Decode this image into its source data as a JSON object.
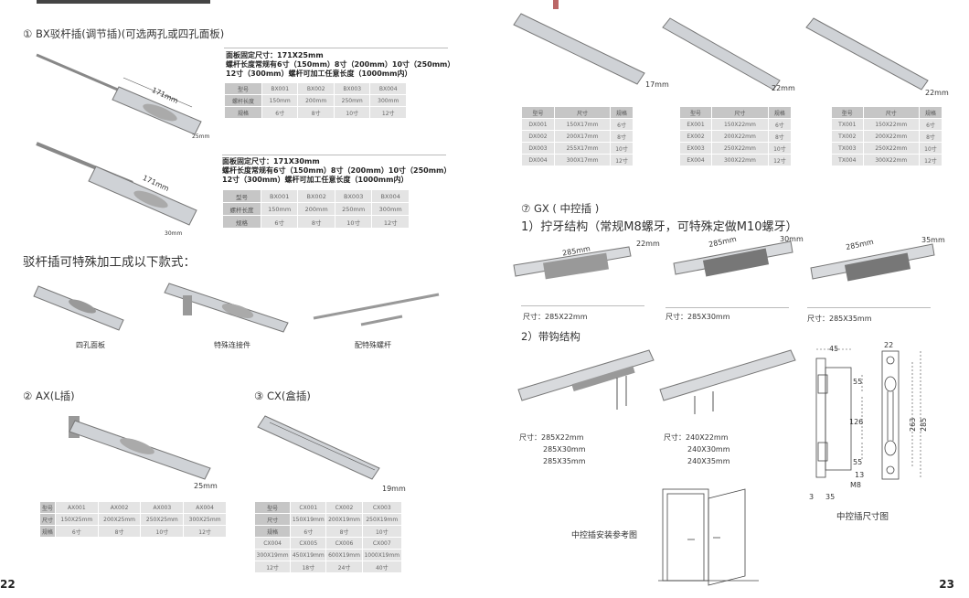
{
  "left_page": {
    "page_number": "22",
    "bx": {
      "title": "① BX驳杆插(调节插)(可选两孔或四孔面板)",
      "dims_a": {
        "length": "171mm",
        "width": "25mm"
      },
      "dims_b": {
        "length": "171mm",
        "width": "30mm"
      },
      "spec_a": [
        "面板固定尺寸：171X25mm",
        "螺杆长度常规有6寸（150mm）8寸（200mm）10寸（250mm）",
        "12寸（300mm）螺杆可加工任意长度（1000mm内）"
      ],
      "spec_b": [
        "面板固定尺寸：171X30mm",
        "螺杆长度常规有6寸（150mm）8寸（200mm）10寸（250mm）",
        "12寸（300mm）螺杆可加工任意长度（1000mm内）"
      ],
      "table_a": [
        [
          "型号",
          "BX001",
          "BX002",
          "BX003",
          "BX004"
        ],
        [
          "螺杆长度",
          "150mm",
          "200mm",
          "250mm",
          "300mm"
        ],
        [
          "规格",
          "6寸",
          "8寸",
          "10寸",
          "12寸"
        ]
      ],
      "table_b": [
        [
          "型号",
          "BX001",
          "BX002",
          "BX003",
          "BX004"
        ],
        [
          "螺杆长度",
          "150mm",
          "200mm",
          "250mm",
          "300mm"
        ],
        [
          "规格",
          "6寸",
          "8寸",
          "10寸",
          "12寸"
        ]
      ]
    },
    "special": {
      "title": "驳杆插可特殊加工成以下款式：",
      "captions": [
        "四孔面板",
        "特殊连接件",
        "配特殊螺杆"
      ]
    },
    "ax": {
      "title": "② AX(L插)",
      "dim": "25mm",
      "table": [
        [
          "型号",
          "AX001",
          "AX002",
          "AX003",
          "AX004"
        ],
        [
          "尺寸",
          "150X25mm",
          "200X25mm",
          "250X25mm",
          "300X25mm"
        ],
        [
          "规格",
          "6寸",
          "8寸",
          "10寸",
          "12寸"
        ]
      ]
    },
    "cx": {
      "title": "③ CX(盒插)",
      "dim": "19mm",
      "table": [
        [
          "型号",
          "CX001",
          "CX002",
          "CX003"
        ],
        [
          "尺寸",
          "150X19mm",
          "200X19mm",
          "250X19mm"
        ],
        [
          "规格",
          "6寸",
          "8寸",
          "10寸"
        ],
        [
          "CX004",
          "CX005",
          "CX006",
          "CX007"
        ],
        [
          "300X19mm",
          "450X19mm",
          "600X19mm",
          "1000X19mm"
        ],
        [
          "12寸",
          "18寸",
          "24寸",
          "40寸"
        ]
      ]
    }
  },
  "right_page": {
    "page_number": "23",
    "top_dims": [
      "17mm",
      "22mm",
      "22mm"
    ],
    "dx_table": [
      [
        "型号",
        "尺寸",
        "规格"
      ],
      [
        "DX001",
        "150X17mm",
        "6寸"
      ],
      [
        "DX002",
        "200X17mm",
        "8寸"
      ],
      [
        "DX003",
        "255X17mm",
        "10寸"
      ],
      [
        "DX004",
        "300X17mm",
        "12寸"
      ]
    ],
    "ex_table": [
      [
        "型号",
        "尺寸",
        "规格"
      ],
      [
        "EX001",
        "150X22mm",
        "6寸"
      ],
      [
        "EX002",
        "200X22mm",
        "8寸"
      ],
      [
        "EX003",
        "250X22mm",
        "10寸"
      ],
      [
        "EX004",
        "300X22mm",
        "12寸"
      ]
    ],
    "tx_table": [
      [
        "型号",
        "尺寸",
        "规格"
      ],
      [
        "TX001",
        "150X22mm",
        "6寸"
      ],
      [
        "TX002",
        "200X22mm",
        "8寸"
      ],
      [
        "TX003",
        "250X22mm",
        "10寸"
      ],
      [
        "TX004",
        "300X22mm",
        "12寸"
      ]
    ],
    "gx": {
      "title": "⑦ GX ( 中控插 )",
      "sub1": "1）拧牙结构（常规M8螺牙，可特殊定做M10螺牙）",
      "screw": [
        {
          "length": "285mm",
          "width": "22mm",
          "caption": "尺寸：285X22mm"
        },
        {
          "length": "285mm",
          "width": "30mm",
          "caption": "尺寸：285X30mm"
        },
        {
          "length": "285mm",
          "width": "35mm",
          "caption": "尺寸：285X35mm"
        }
      ],
      "sub2": "2）带钩结构",
      "hook_a": [
        "尺寸：285X22mm",
        "285X30mm",
        "285X35mm"
      ],
      "hook_b": [
        "尺寸：240X22mm",
        "240X30mm",
        "240X35mm"
      ],
      "install_caption": "中控插安装参考图",
      "drawing": {
        "caption": "中控插尺寸图",
        "labels": [
          "45",
          "55",
          "126",
          "55",
          "13",
          "M8",
          "3",
          "35",
          "22",
          "263",
          "285"
        ]
      }
    }
  }
}
